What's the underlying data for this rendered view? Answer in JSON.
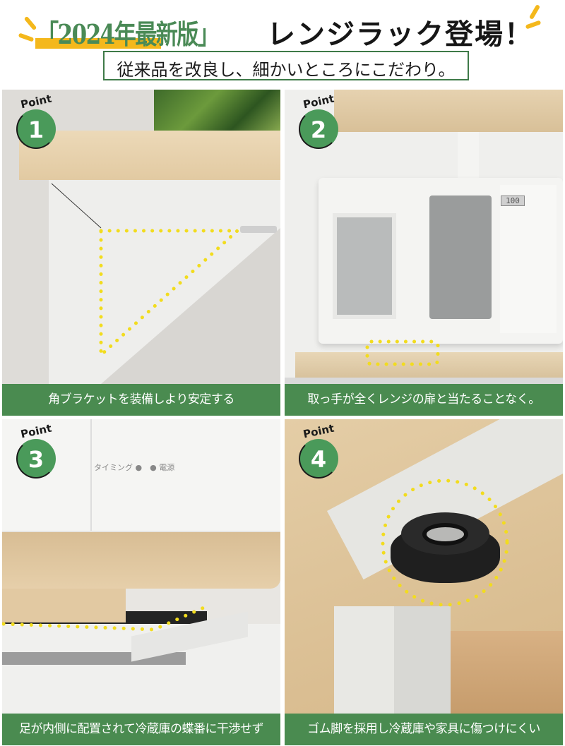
{
  "header": {
    "title_highlight": "「2024年最新版」",
    "title_main": "レンジラック登場！",
    "subtitle": "従来品を改良し、細かいところにこだわり。"
  },
  "colors": {
    "accent_green": "#4a8b50",
    "highlight_yellow": "#f4b81c",
    "dot_yellow": "#f2dc1e",
    "badge_green": "#4a9a5a"
  },
  "points": [
    {
      "badge_label": "Point",
      "number": "1",
      "caption": "角ブラケットを装備しより安定する"
    },
    {
      "badge_label": "Point",
      "number": "2",
      "caption": "取っ手が全くレンジの扉と当たることなく。",
      "display_value": "100"
    },
    {
      "badge_label": "Point",
      "number": "3",
      "caption": "足が内側に配置されて冷蔵庫の蝶番に干渉せず",
      "appliance_label": "タイミング ●　● 電源"
    },
    {
      "badge_label": "Point",
      "number": "4",
      "caption": "ゴム脚を採用し冷蔵庫や家具に傷つけにくい"
    }
  ]
}
